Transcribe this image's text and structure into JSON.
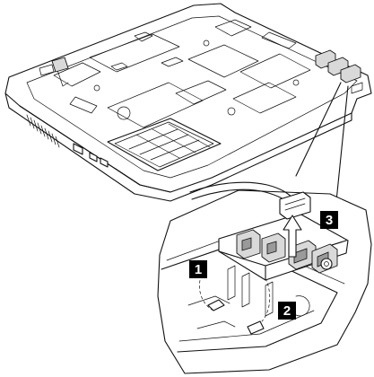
{
  "diagram": {
    "step_badges": [
      {
        "label": "1"
      },
      {
        "label": "2"
      },
      {
        "label": "3"
      }
    ],
    "colors": {
      "line": "#111111",
      "panel_gray": "#d9d9d9",
      "badge_fill": "#000000",
      "badge_text": "#ffffff"
    }
  }
}
